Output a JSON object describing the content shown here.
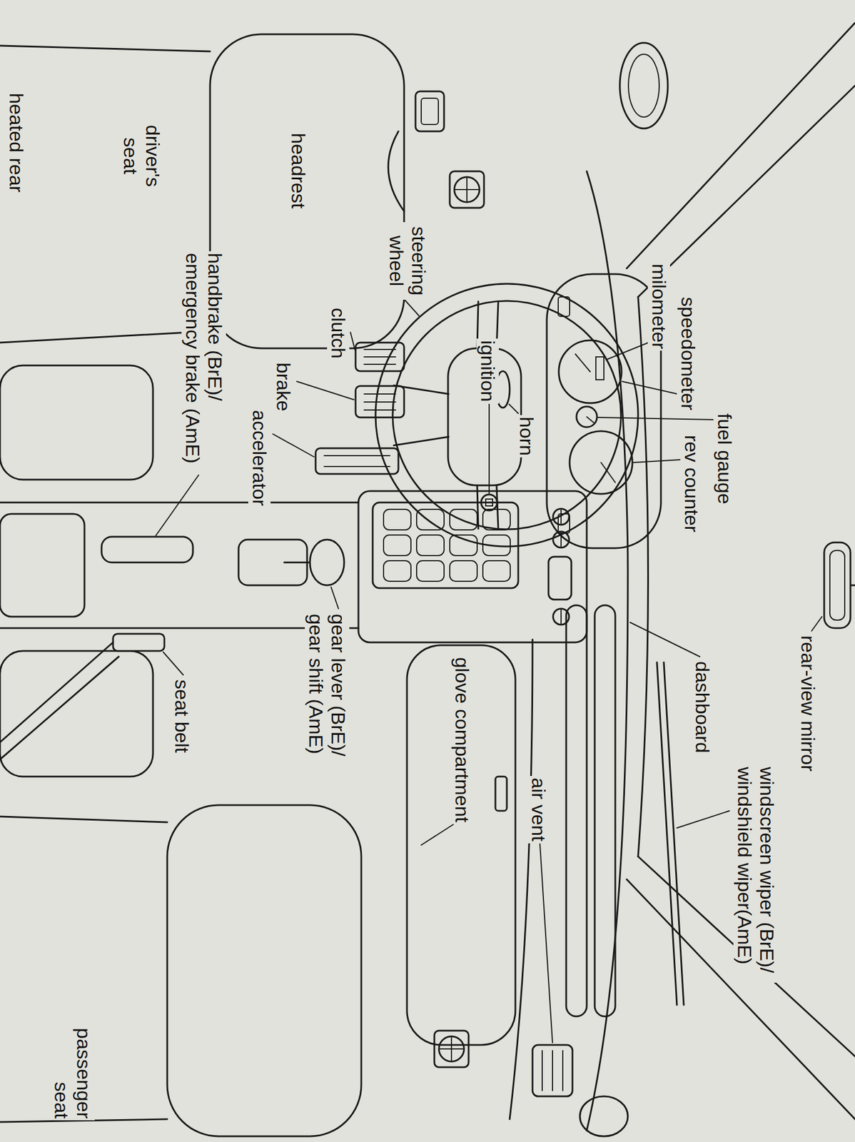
{
  "diagram": {
    "labels": [
      "windscreen wiper (BrE)/ windshield wiper(AmE)",
      "rear-view mirror",
      "dashboard",
      "air vent",
      "glove compartment",
      "gear lever (BrE)/ gear shift (AmE)",
      "seat belt",
      "passenger seat",
      "milometer",
      "speedometer",
      "fuel gauge",
      "rev counter",
      "horn",
      "ignition",
      "steering wheel",
      "clutch",
      "brake",
      "accelerator",
      "headrest",
      "handbrake (BrE)/ emergency brake (AmE)",
      "driver's seat",
      "heated rear"
    ]
  }
}
